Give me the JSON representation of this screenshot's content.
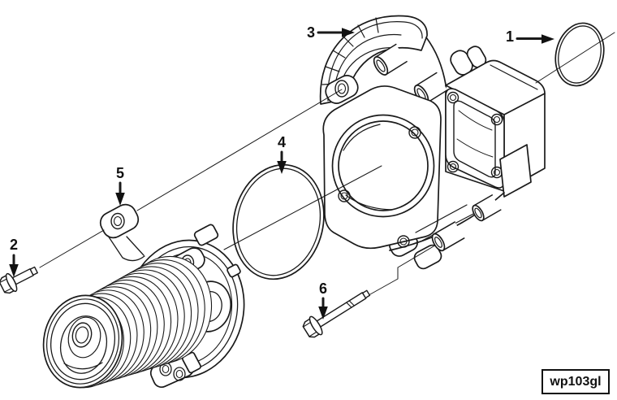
{
  "figure": {
    "code": "wp103gl",
    "type": "exploded-parts-diagram",
    "callouts": [
      {
        "number": "1",
        "part": "outlet-o-ring"
      },
      {
        "number": "2",
        "part": "short-mounting-bolt"
      },
      {
        "number": "3",
        "part": "water-pump-housing"
      },
      {
        "number": "4",
        "part": "housing-o-ring"
      },
      {
        "number": "5",
        "part": "water-pump-pulley-assembly"
      },
      {
        "number": "6",
        "part": "long-mounting-bolt"
      }
    ],
    "colors": {
      "line": "#1a1a1a",
      "background": "#ffffff"
    }
  }
}
